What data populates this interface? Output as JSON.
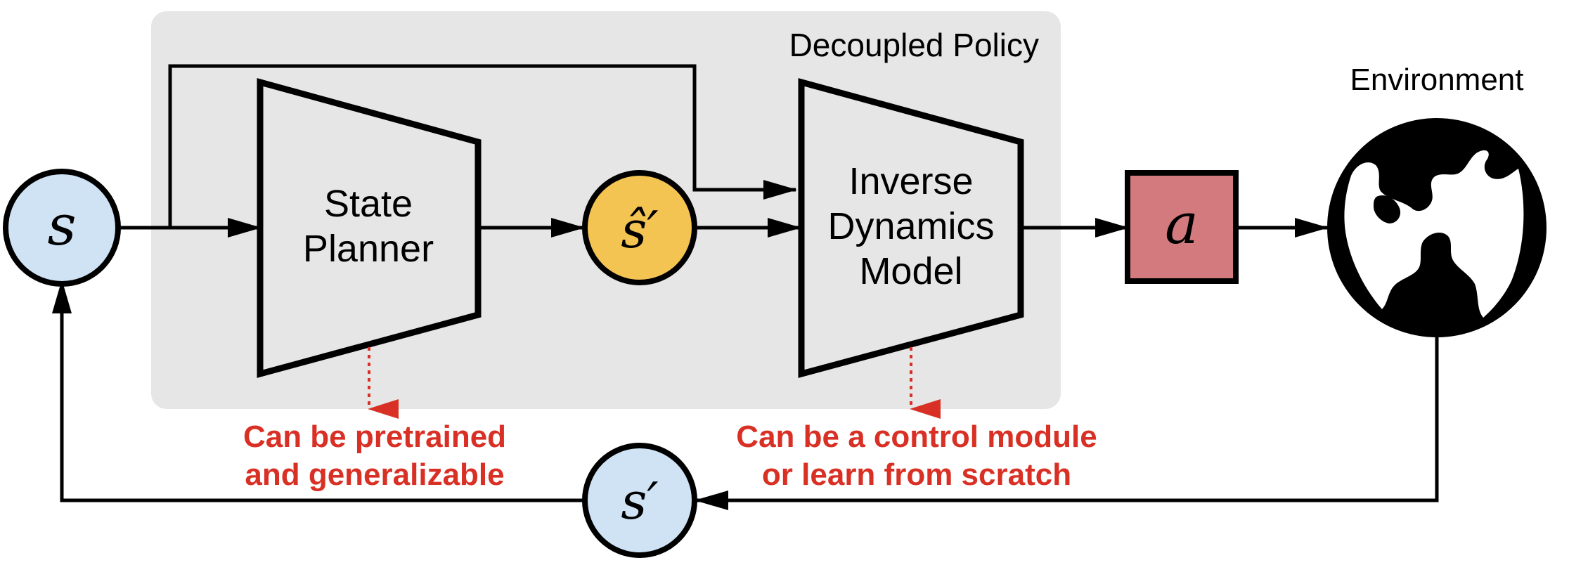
{
  "policy_box": {
    "label": "Decoupled Policy"
  },
  "environment": {
    "label": "Environment"
  },
  "state_planner": {
    "line1": "State",
    "line2": "Planner"
  },
  "inverse_dynamics": {
    "line1": "Inverse",
    "line2": "Dynamics",
    "line3": "Model"
  },
  "nodes": {
    "s": "s",
    "s_hat_prime": "ŝ′",
    "a": "a",
    "s_prime": "s′"
  },
  "notes": {
    "planner_line1": "Can be pretrained",
    "planner_line2": "and generalizable",
    "idm_line1": "Can be a control module",
    "idm_line2": "or learn from scratch"
  },
  "colors": {
    "policy_bg": "#e6e6e6",
    "state_node": "#cfe3f5",
    "predicted_node": "#f4c453",
    "action_box": "#d27a7d",
    "note_red": "#d93025"
  }
}
